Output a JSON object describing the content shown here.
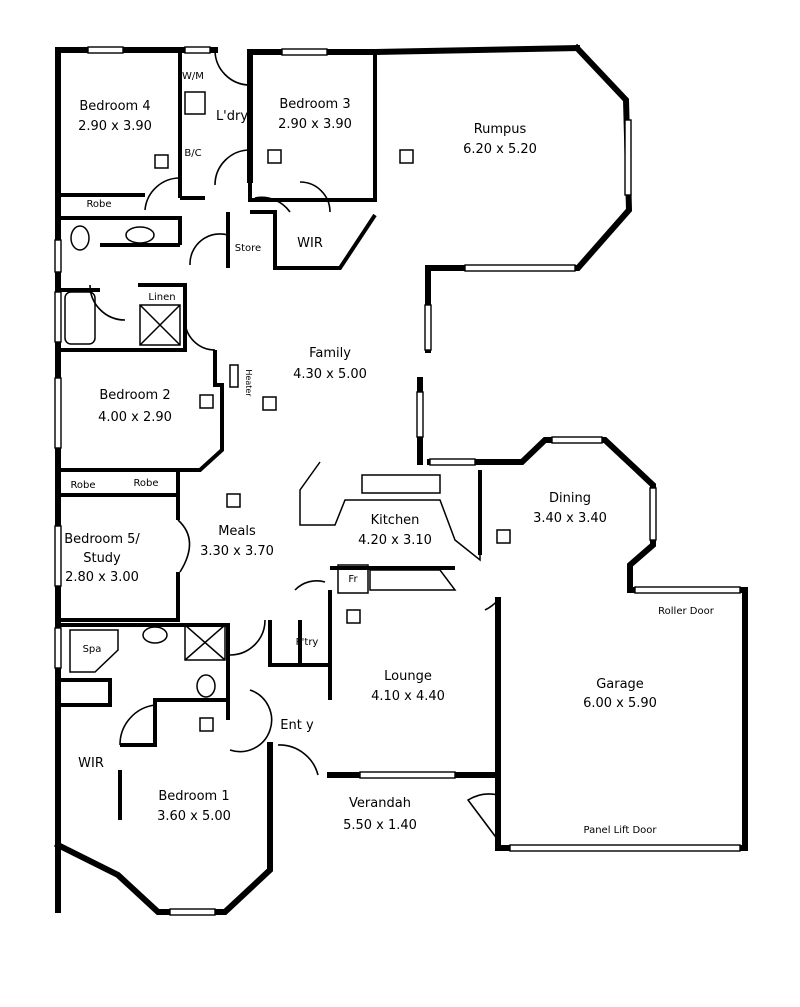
{
  "rooms": {
    "bedroom4": {
      "name": "Bedroom 4",
      "size": "2.90 x 3.90"
    },
    "bedroom3": {
      "name": "Bedroom 3",
      "size": "2.90 x 3.90"
    },
    "rumpus": {
      "name": "Rumpus",
      "size": "6.20 x 5.20"
    },
    "laundry": {
      "name": "L'dry"
    },
    "family": {
      "name": "Family",
      "size": "4.30 x 5.00"
    },
    "bedroom2": {
      "name": "Bedroom 2",
      "size": "4.00 x 2.90"
    },
    "bedroom5": {
      "name": "Bedroom 5/",
      "name2": "Study",
      "size": "2.80 x 3.00"
    },
    "meals": {
      "name": "Meals",
      "size": "3.30 x 3.70"
    },
    "kitchen": {
      "name": "Kitchen",
      "size": "4.20 x 3.10"
    },
    "dining": {
      "name": "Dining",
      "size": "3.40 x 3.40"
    },
    "lounge": {
      "name": "Lounge",
      "size": "4.10 x 4.40"
    },
    "garage": {
      "name": "Garage",
      "size": "6.00 x 5.90"
    },
    "entry": {
      "name": "Ent y"
    },
    "bedroom1": {
      "name": "Bedroom 1",
      "size": "3.60 x 5.00"
    },
    "verandah": {
      "name": "Verandah",
      "size": "5.50 x 1.40"
    }
  },
  "fixtures": {
    "wm": "W/M",
    "bc": "B/C",
    "robe4": "Robe",
    "store": "Store",
    "wir3": "WIR",
    "linen": "Linen",
    "heater": "Heater",
    "robe2a": "Robe",
    "robe2b": "Robe",
    "fridge": "Fr",
    "pantry": "P'try",
    "spa": "Spa",
    "wir1": "WIR",
    "roller_door": "Roller Door",
    "panel_lift_door": "Panel Lift Door"
  }
}
